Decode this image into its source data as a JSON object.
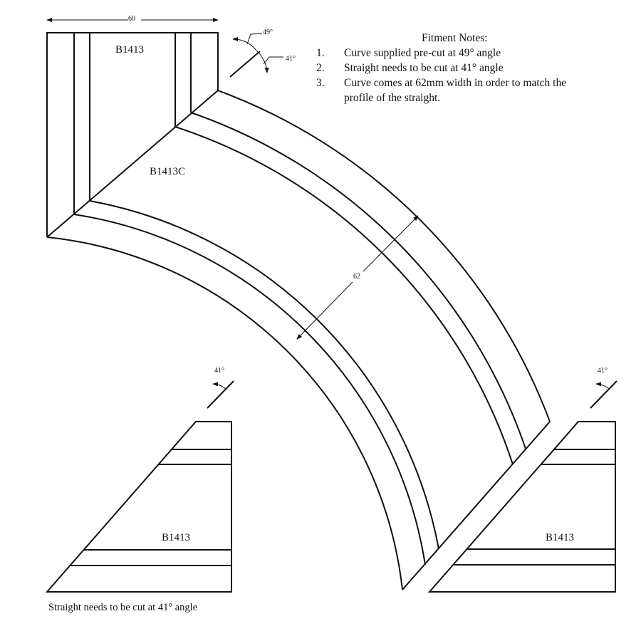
{
  "dimensions": {
    "width_top": "60",
    "curve_width": "62"
  },
  "labels": {
    "straight_top": "B1413",
    "curve": "B1413C",
    "straight_left": "B1413",
    "straight_right": "B1413"
  },
  "angles": {
    "top_curve": "49°",
    "top_straight": "41°",
    "left": "41°",
    "right": "41°"
  },
  "notes": {
    "title": "Fitment Notes:",
    "items": [
      {
        "num": "1.",
        "text": "Curve supplied pre-cut at 49° angle"
      },
      {
        "num": "2.",
        "text": "Straight needs to be cut at 41° angle"
      },
      {
        "num": "3.",
        "text": "Curve comes at 62mm width in order to match the",
        "cont": "profile of the straight."
      }
    ]
  },
  "caption": "Straight needs to be cut at 41° angle",
  "colors": {
    "line": "#111111",
    "background": "#ffffff"
  }
}
